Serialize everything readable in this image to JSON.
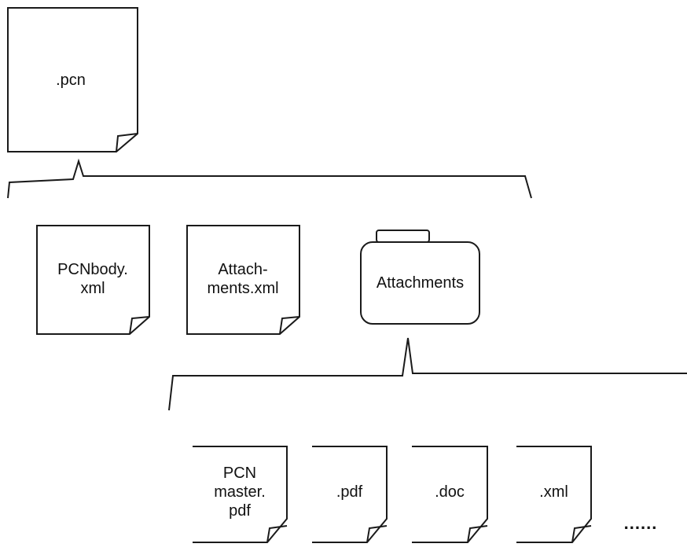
{
  "colors": {
    "stroke": "#1a1a1a",
    "fill": "#ffffff",
    "text": "#111111"
  },
  "root": {
    "icon": "document-icon",
    "label": ".pcn"
  },
  "level1": {
    "pcnbody": {
      "icon": "document-icon",
      "line1": "PCNbody.",
      "line2": "xml"
    },
    "attachments_xml": {
      "icon": "document-icon",
      "line1": "Attach-",
      "line2": "ments.xml"
    },
    "attachments_folder": {
      "icon": "folder-icon",
      "label": "Attachments"
    }
  },
  "level2": {
    "pcn_master": {
      "icon": "document-icon",
      "line1": "PCN",
      "line2": "master.",
      "line3": "pdf"
    },
    "pdf": {
      "icon": "document-icon",
      "label": ".pdf"
    },
    "doc": {
      "icon": "document-icon",
      "label": ".doc"
    },
    "xml": {
      "icon": "document-icon",
      "label": ".xml"
    },
    "more": "......"
  }
}
